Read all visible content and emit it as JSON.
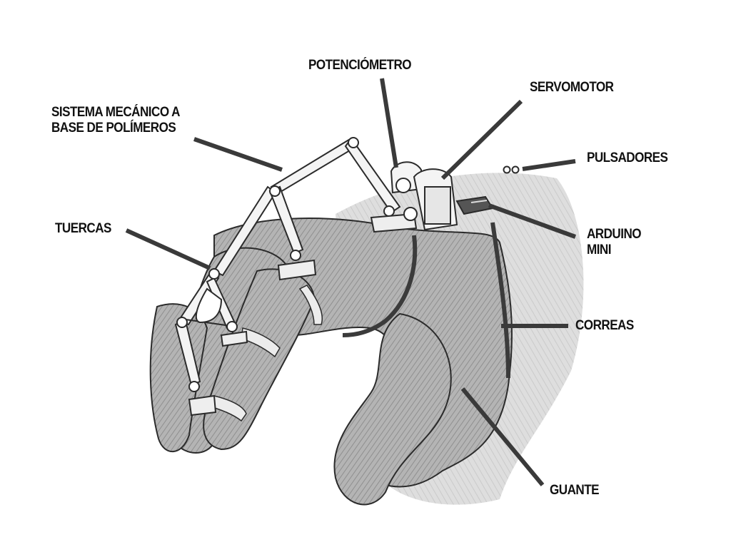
{
  "diagram": {
    "labels": {
      "potenciometro": "POTENCIÓMETRO",
      "servomotor": "SERVOMOTOR",
      "sistema_line1": "SISTEMA MECÁNICO A",
      "sistema_line2": "BASE DE POLÍMEROS",
      "pulsadores": "PULSADORES",
      "tuercas": "TUERCAS",
      "arduino_line1": "ARDUINO",
      "arduino_line2": "MINI",
      "correas": "CORREAS",
      "guante": "GUANTE"
    }
  },
  "colors": {
    "text": "#111111",
    "leader_line": "#3a3a3a",
    "glove_fill": "#a9a9a9",
    "sketch_stroke": "#2b2b2b"
  }
}
